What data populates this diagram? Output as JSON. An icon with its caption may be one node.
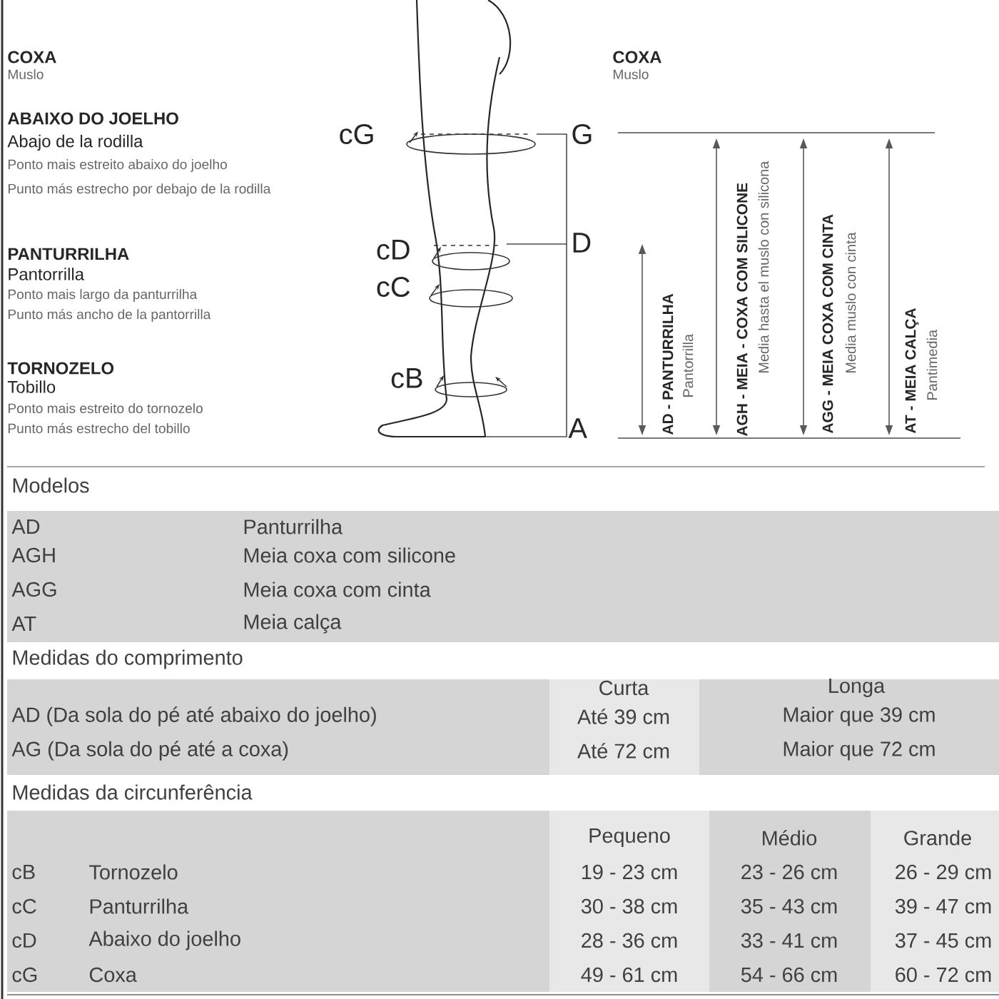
{
  "diagram": {
    "labels": [
      "COXA",
      "Muslo",
      "ABAIXO DO JOELHO",
      "Abajo de la rodilla",
      "Ponto mais estreito abaixo do joelho",
      "Punto más estrecho por debajo de la rodilla",
      "PANTURRILHA",
      "Pantorrilla",
      "Ponto mais largo da panturrilha",
      "Punto más ancho de la pantorrilla",
      "TORNOZELO",
      "Tobillo",
      "Ponto mais estreito do tornozelo",
      "Punto más estrecho del tobillo",
      "cG",
      "cD",
      "cC",
      "cB",
      "G",
      "D",
      "A",
      "COXA",
      "Muslo",
      "AD - PANTURRILHA",
      "Pantorrilla",
      "AGH - MEIA - COXA COM SILICONE",
      "Media hasta el muslo con silicona",
      "AGG - MEIA COXA COM CINTA",
      "Media muslo con cinta",
      "AT - MEIA CALÇA",
      "Pantimedia",
      "Modelos",
      "AD",
      "Panturrilha",
      "AGH",
      "Meia coxa com silicone",
      "AGG",
      "Meia coxa com cinta",
      "AT",
      "Meia calça",
      "Medidas do comprimento",
      "Curta",
      "Longa",
      "AD (Da sola do pé até abaixo do joelho)",
      "Até 39 cm",
      "Maior que 39 cm",
      "AG (Da sola do pé até a coxa)",
      "Até 72 cm",
      "Maior que 72 cm",
      "Medidas da circunferência",
      "Pequeno",
      "Médio",
      "Grande",
      "cB",
      "Tornozelo",
      "19 - 23 cm",
      "23 - 26 cm",
      "26 - 29 cm",
      "cC",
      "Panturrilha",
      "30 - 38 cm",
      "35 - 43 cm",
      "39 - 47 cm",
      "cD",
      "Abaixo do joelho",
      "28 - 36 cm",
      "33 - 41 cm",
      "37 - 45 cm",
      "cG",
      "Coxa",
      "49 - 61 cm",
      "54 - 66 cm",
      "60 - 72 cm"
    ]
  }
}
